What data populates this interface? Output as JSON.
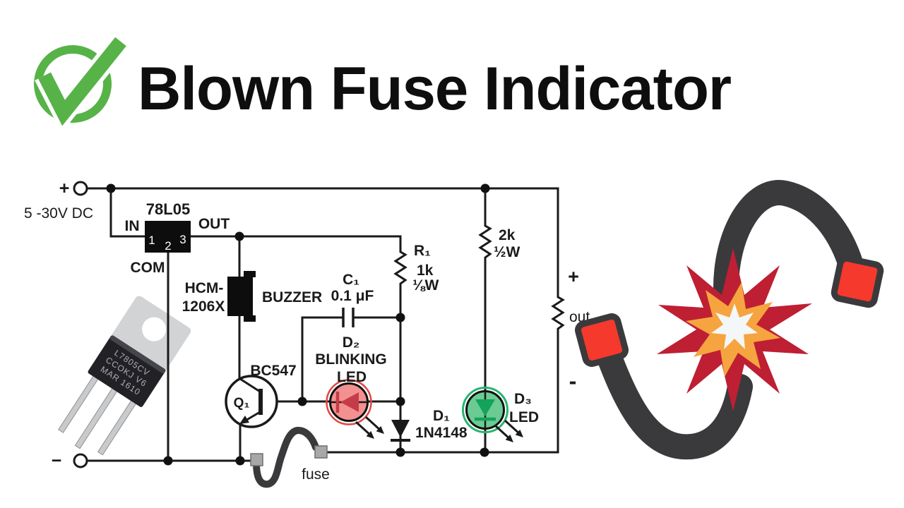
{
  "header": {
    "title": "Blown Fuse Indicator",
    "icon": "green-check-circle-icon"
  },
  "schematic": {
    "supply": {
      "plus": "+",
      "range": "5 -30V DC",
      "minus": "−"
    },
    "regulator": {
      "part": "78L05",
      "pin_in": "IN",
      "pin_out": "OUT",
      "pin_com": "COM",
      "pin1": "1",
      "pin2": "2",
      "pin3": "3"
    },
    "buzzer": {
      "part_line1": "HCM-",
      "part_line2": "1206X",
      "label": "BUZZER"
    },
    "r1": {
      "ref": "R₁",
      "value": "1k",
      "rating": "⅛W"
    },
    "c1": {
      "ref": "C₁",
      "value": "0.1 μF"
    },
    "d2": {
      "ref": "D₂",
      "desc_line1": "BLINKING",
      "desc_line2": "LED"
    },
    "q1": {
      "part": "BC547",
      "ref": "Q₁"
    },
    "d1": {
      "ref": "D₁",
      "part": "1N4148"
    },
    "d3": {
      "ref": "D₃",
      "desc": "LED"
    },
    "r2": {
      "value": "2k",
      "rating": "½W"
    },
    "output": {
      "plus": "+",
      "label": "out",
      "minus": "-"
    },
    "fuse_label": "fuse"
  },
  "photo": {
    "marking1": "L7805CV",
    "marking2": "CCOKJ V6",
    "marking3": "MAR 1610"
  },
  "icons": {
    "header_icon": "circled-checkmark",
    "blown_fuse_art": "broken-wire-with-explosion-burst"
  },
  "colors": {
    "ink": "#1a1a1a",
    "check_green": "#57b347",
    "wire_dark": "#3a3a3c",
    "cap_red": "#f5392d",
    "star_red": "#bf1f33",
    "star_orange": "#f6a440",
    "star_white": "#f4f7f7",
    "led_red_fill": "#f29190",
    "led_red_symbol": "#c63b49",
    "led_red_ring": "#e24543",
    "led_green_fill": "#6bcb93",
    "led_green_symbol": "#13a35b",
    "led_green_ring": "#27b56e",
    "component_black": "#0d0d0d",
    "fuse_pad_gray": "#a8a8a8"
  }
}
